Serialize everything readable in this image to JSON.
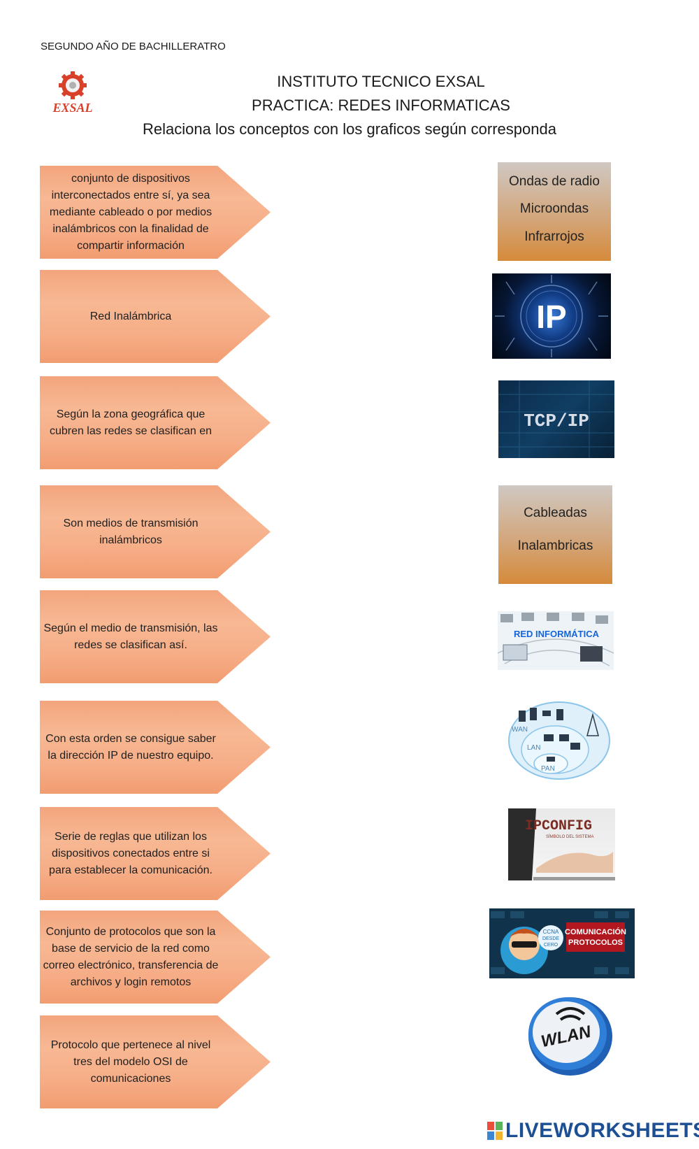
{
  "header": {
    "grade": "SEGUNDO AÑO DE BACHILLERATRO",
    "logo_text": "EXSAL",
    "title1": "INSTITUTO TECNICO EXSAL",
    "title2": "PRACTICA: REDES INFORMATICAS",
    "title3": "Relaciona los conceptos con los graficos según corresponda"
  },
  "concepts": [
    "conjunto de dispositivos interconectados entre sí, ya sea mediante cableado o por medios inalámbricos con la finalidad de compartir información",
    "Red Inalámbrica",
    "Según la zona geográfica que cubren las redes se clasifican en",
    "Son medios de transmisión inalámbricos",
    "Según el medio de transmisión, las redes se clasifican así.",
    "Con esta orden se consigue saber la dirección IP de nuestro equipo.",
    "Serie de reglas que utilizan los dispositivos conectados entre si para establecer la comunicación.",
    "Conjunto de protocolos que son la base de servicio de la red como correo electrónico, transferencia de archivos y login remotos",
    "Protocolo que pertenece al nivel tres del modelo OSI de comunicaciones"
  ],
  "cards": {
    "media": [
      "Ondas de radio",
      "Microondas",
      "Infrarrojos"
    ],
    "types": [
      "Cableadas",
      "Inalambricas"
    ]
  },
  "images": {
    "ip": "IP",
    "tcpip": "TCP/IP",
    "red": "RED INFORMÁTICA",
    "wan": "WAN",
    "lan": "LAN",
    "pan": "PAN",
    "ipconfig": "IPCONFIG",
    "ipconfig_sub": "SÍMBOLO DEL SISTEMA",
    "ccna1": "CCNA",
    "ccna2": "DESDE",
    "ccna3": "CERO",
    "comm1": "COMUNICACIÓN",
    "comm2": "PROTOCOLOS",
    "wlan": "WLAN"
  },
  "footer": {
    "brand": "LIVEWORKSHEETS"
  }
}
